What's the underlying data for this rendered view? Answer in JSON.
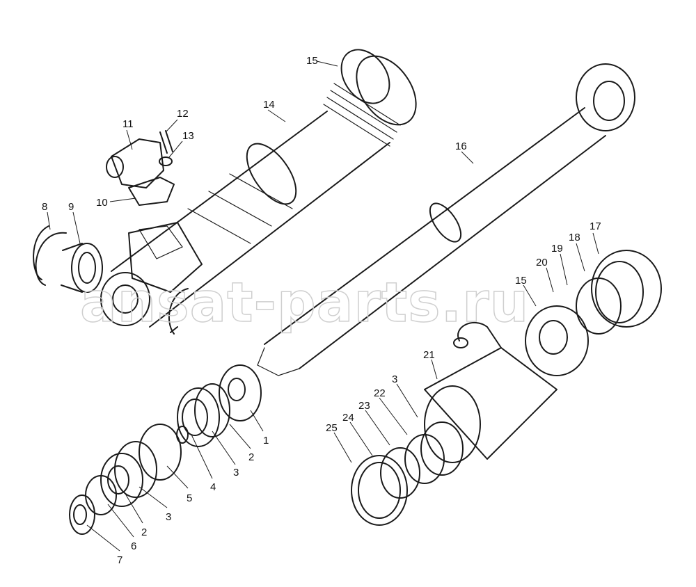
{
  "watermark": "ansat-parts.ru",
  "colors": {
    "ink": "#1a1a1a",
    "paper": "#ffffff",
    "watermark": "#cfcfcf"
  },
  "callouts": {
    "c1": "1",
    "c2": "2",
    "c3": "3",
    "c4": "4",
    "c5": "5",
    "c3b": "3",
    "c2b": "2",
    "c6": "6",
    "c7": "7",
    "c8": "8",
    "c9": "9",
    "c10": "10",
    "c11": "11",
    "c12": "12",
    "c13": "13",
    "c14": "14",
    "c15": "15",
    "c16": "16",
    "c17": "17",
    "c18": "18",
    "c19": "19",
    "c20": "20",
    "c15b": "15",
    "c21": "21",
    "c3c": "3",
    "c22": "22",
    "c23": "23",
    "c24": "24",
    "c25": "25"
  }
}
